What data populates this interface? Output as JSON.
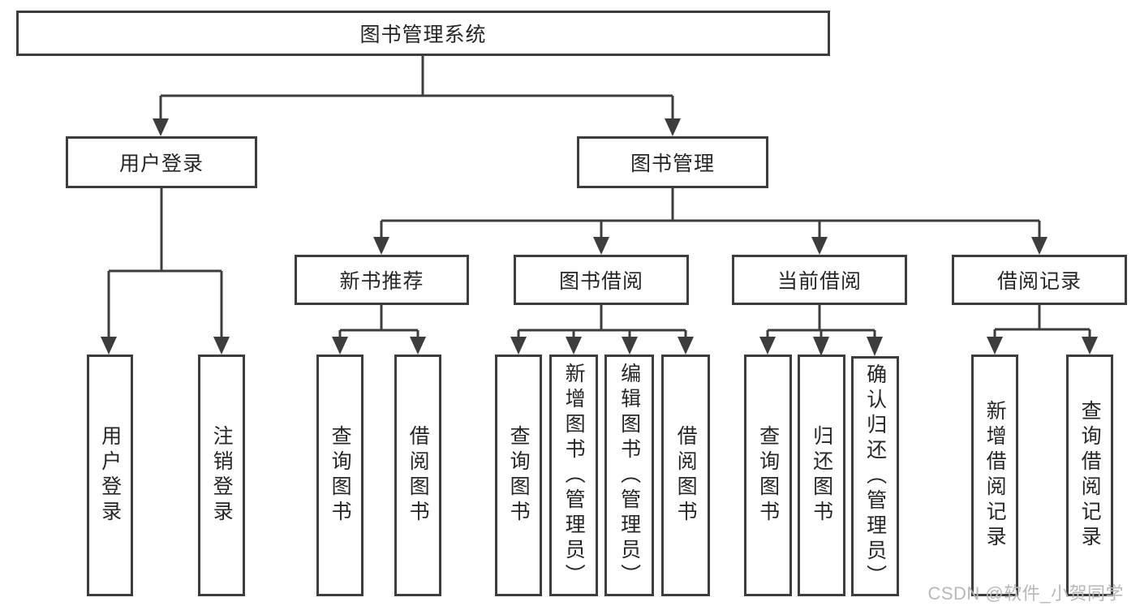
{
  "page": {
    "background": "#ffffff",
    "watermark": {
      "text": "CSDN @软件_小贺同学",
      "color": "#b9b9b9"
    }
  },
  "diagram": {
    "type": "hierarchy-structure-chart",
    "line_color": "#3d3d3d",
    "box_border_color": "#3d3d3d",
    "text_color": "#262626",
    "root": {
      "label": "图书管理系统"
    },
    "branches": [
      {
        "label": "用户登录",
        "children": [
          {
            "label": "用户登录"
          },
          {
            "label": "注销登录"
          }
        ]
      },
      {
        "label": "图书管理",
        "children": [
          {
            "label": "新书推荐",
            "children": [
              {
                "label": "查询图书"
              },
              {
                "label": "借阅图书"
              }
            ]
          },
          {
            "label": "图书借阅",
            "children": [
              {
                "label": "查询图书"
              },
              {
                "label": "新增图书（管理员）"
              },
              {
                "label": "编辑图书（管理员）"
              },
              {
                "label": "借阅图书"
              }
            ]
          },
          {
            "label": "当前借阅",
            "children": [
              {
                "label": "查询图书"
              },
              {
                "label": "归还图书"
              },
              {
                "label": "确认归还（管理员）"
              }
            ]
          },
          {
            "label": "借阅记录",
            "children": [
              {
                "label": "新增借阅记录"
              },
              {
                "label": "查询借阅记录"
              }
            ]
          }
        ]
      }
    ]
  }
}
